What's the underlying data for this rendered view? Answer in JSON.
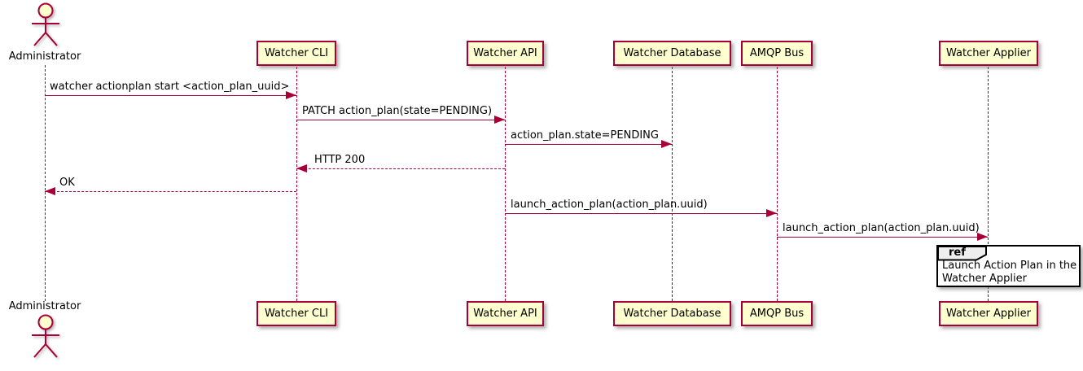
{
  "diagram": {
    "type": "sequence-diagram",
    "colors": {
      "participant_fill": "#FEFECE",
      "line_color": "#A80036",
      "ref_border": "#000000",
      "text_color": "#000000"
    }
  },
  "actor": {
    "name": "Administrator"
  },
  "participants": [
    {
      "name": "Watcher CLI"
    },
    {
      "name": "Watcher API"
    },
    {
      "name": "Watcher Database"
    },
    {
      "name": "AMQP Bus"
    },
    {
      "name": "Watcher Applier"
    }
  ],
  "messages": [
    {
      "from": "Administrator",
      "to": "Watcher CLI",
      "label": "watcher actionplan start <action_plan_uuid>",
      "style": "solid"
    },
    {
      "from": "Watcher CLI",
      "to": "Watcher API",
      "label": "PATCH action_plan(state=PENDING)",
      "style": "solid"
    },
    {
      "from": "Watcher API",
      "to": "Watcher Database",
      "label": "action_plan.state=PENDING",
      "style": "solid"
    },
    {
      "from": "Watcher API",
      "to": "Watcher CLI",
      "label": "HTTP 200",
      "style": "dashed"
    },
    {
      "from": "Watcher CLI",
      "to": "Administrator",
      "label": "OK",
      "style": "dashed"
    },
    {
      "from": "Watcher API",
      "to": "AMQP Bus",
      "label": "launch_action_plan(action_plan.uuid)",
      "style": "solid"
    },
    {
      "from": "AMQP Bus",
      "to": "Watcher Applier",
      "label": "launch_action_plan(action_plan.uuid)",
      "style": "solid"
    }
  ],
  "ref": {
    "keyword": "ref",
    "line1": "Launch Action Plan in the",
    "line2": "Watcher Applier"
  }
}
